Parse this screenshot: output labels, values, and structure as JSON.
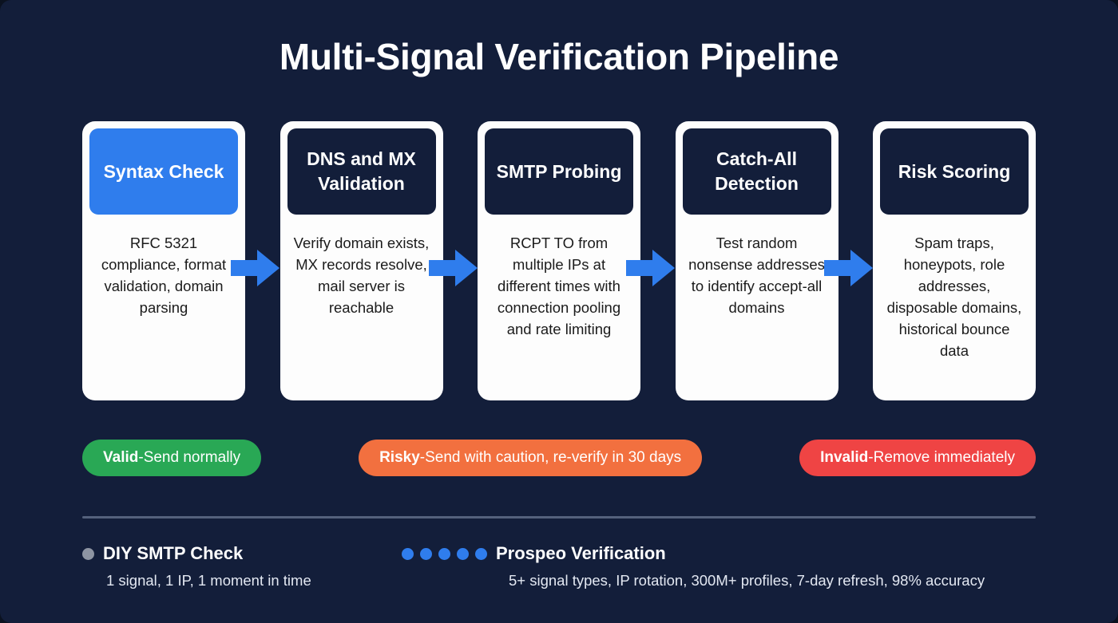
{
  "title": "Multi-Signal Verification Pipeline",
  "theme": {
    "background": "#131e3a",
    "accent_blue": "#2f7ded",
    "card_white": "#fdfdfd",
    "divider": "#54617c",
    "dot_gray": "#8e95a3"
  },
  "pipeline": {
    "stages": [
      {
        "title": "Syntax Check",
        "description": "RFC 5321 compliance, format validation, domain parsing",
        "header_style": "accent"
      },
      {
        "title": "DNS and MX Validation",
        "description": "Verify domain exists, MX records resolve, mail server is reachable",
        "header_style": "dark"
      },
      {
        "title": "SMTP Probing",
        "description": "RCPT TO from multiple IPs at different times with connection pooling and rate limiting",
        "header_style": "dark"
      },
      {
        "title": "Catch-All Detection",
        "description": "Test random nonsense addresses to identify accept-all domains",
        "header_style": "dark"
      },
      {
        "title": "Risk Scoring",
        "description": "Spam traps, honeypots, role addresses, disposable domains, historical bounce data",
        "header_style": "dark"
      }
    ],
    "arrow_icon": "arrow-right-icon",
    "arrow_color": "#2f7ded"
  },
  "status_badges": [
    {
      "label": "Valid",
      "separator": " - ",
      "text": "Send normally",
      "color": "#29a855"
    },
    {
      "label": "Risky",
      "separator": " - ",
      "text": "Send with caution, re-verify in 30 days",
      "color": "#f2703f"
    },
    {
      "label": "Invalid",
      "separator": " - ",
      "text": "Remove immediately",
      "color": "#ef4444"
    }
  ],
  "comparison": {
    "left": {
      "title": "DIY SMTP Check",
      "subtitle": "1 signal, 1 IP, 1 moment in time",
      "dots": 1,
      "dot_color": "#8e95a3"
    },
    "right": {
      "title": "Prospeo Verification",
      "subtitle": "5+ signal types, IP rotation, 300M+ profiles, 7-day refresh, 98% accuracy",
      "dots": 5,
      "dot_color": "#2f7ded"
    }
  }
}
